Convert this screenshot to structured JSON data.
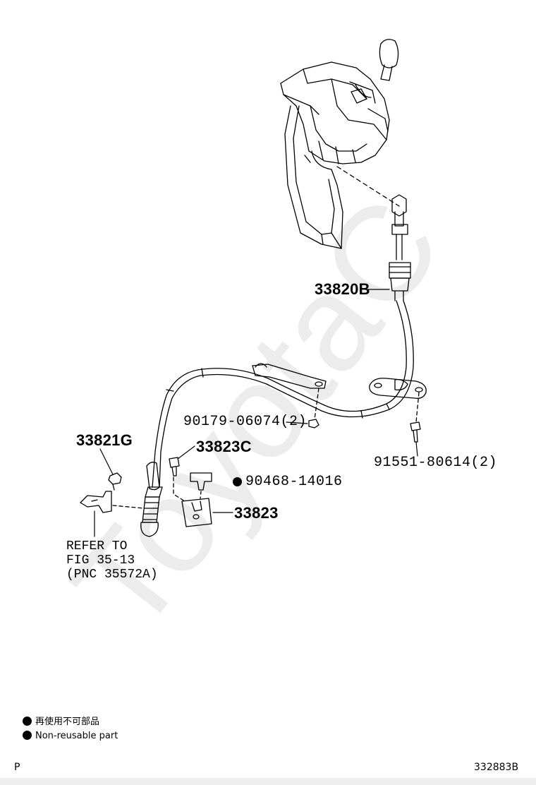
{
  "watermark": "ToyotaC",
  "callouts": {
    "shift_cable": "33820B",
    "nut": "90179-06074(2)",
    "bolt": "91551-80614(2)",
    "cushion": "33821G",
    "retainer_bolt": "33823C",
    "clip": "90468-14016",
    "retainer": "33823"
  },
  "refer_note": [
    "REFER TO",
    "FIG 35-13",
    "(PNC 35572A)"
  ],
  "legend": {
    "jp": "再使用不可部品",
    "en": "Non-reusable part"
  },
  "footer": {
    "left": "P",
    "right": "332883B"
  }
}
